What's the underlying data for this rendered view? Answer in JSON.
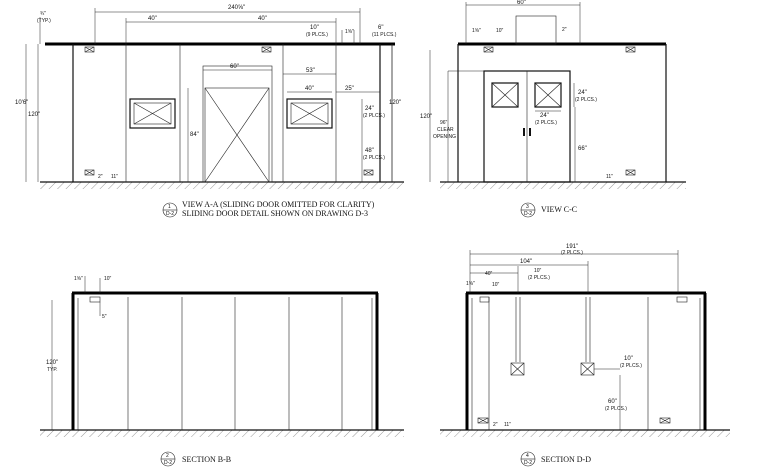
{
  "views": {
    "view_aa": {
      "bubble_top": "1",
      "bubble_bottom": "D-2",
      "caption_line1": "VIEW A-A (SLIDING DOOR OMITTED FOR CLARITY)",
      "caption_line2": "SLIDING DOOR DETAIL SHOWN ON DRAWING D-3",
      "dims": {
        "overall": "240⅝\"",
        "left_40": "40\"",
        "mid_40": "40\"",
        "top_three_qtr": "¾\"",
        "typ": "(TYP.)",
        "spacing_10": "10\"",
        "spacing_10_note": "(9 PLCS.)",
        "right_6": "6\"",
        "right_6_note": "(11 PLCS.)",
        "door_60": "60\"",
        "door_53": "53\"",
        "panel_40": "40\"",
        "panel_25": "25\"",
        "frac_top": "1⅝\"",
        "height_10_6": "10'6\"",
        "height_120": "120\"",
        "height_120b": "120\"",
        "door_84": "84\"",
        "win_24": "24\"",
        "win_24_note": "(2 PLCS.)",
        "sill_48": "48\"",
        "sill_48_note": "(2 PLCS.)",
        "bot_2": "2\"",
        "bot_11": "11\""
      }
    },
    "view_cc": {
      "bubble_top": "3",
      "bubble_bottom": "D-2",
      "caption": "VIEW C-C",
      "dims": {
        "top": "60\"",
        "frac": "1⅝\"",
        "small_10": "10\"",
        "right_2": "2\"",
        "height_120": "120\"",
        "clear_96": "96\"",
        "clear_label": "CLEAR",
        "opening_label": "OPENING",
        "win_24": "24\"",
        "win_24_note": "(2 PLCS.)",
        "win_24b": "24\"",
        "win_24b_note": "(2 PLCS.)",
        "sill_66": "66\"",
        "bot_11": "11\""
      }
    },
    "section_bb": {
      "bubble_top": "2",
      "bubble_bottom": "D-2",
      "caption": "SECTION B-B",
      "dims": {
        "frac": "1⅝\"",
        "top_10": "10\"",
        "drop_5": "5\"",
        "height_120": "120\"",
        "typ": "TYP."
      }
    },
    "section_dd": {
      "bubble_top": "4",
      "bubble_bottom": "D-2",
      "caption": "SECTION D-D",
      "dims": {
        "overall_191": "191\"",
        "overall_note": "(2 PLCS.)",
        "d_104": "104\"",
        "d_40": "40\"",
        "d_10": "10\"",
        "d_10_note": "(2 PLCS.)",
        "d_frac": "1⅝\"",
        "d_10b": "10\"",
        "win_10": "10\"",
        "win_10_note": "(2 PLCS.)",
        "sill_60": "60\"",
        "sill_60_note": "(2 PLCS.)",
        "bot_2": "2\"",
        "bot_11": "11\""
      }
    }
  }
}
